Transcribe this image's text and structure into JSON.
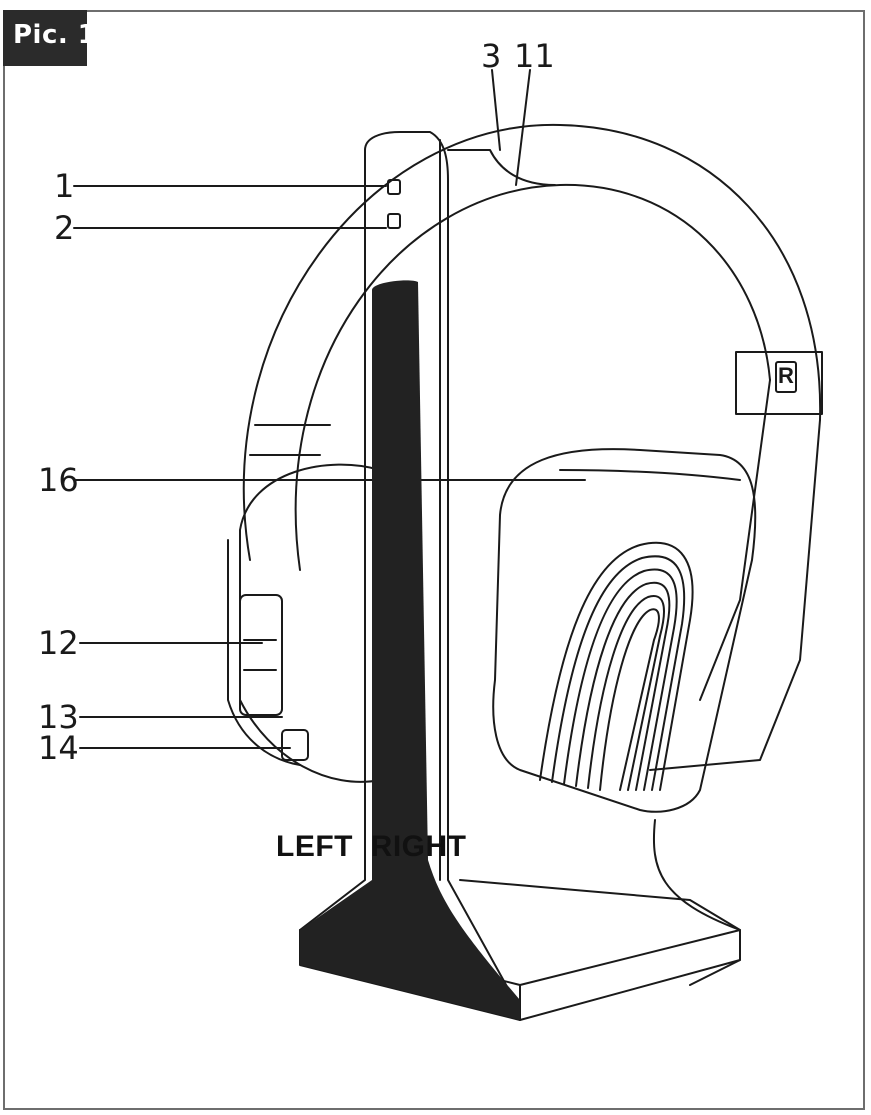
{
  "figure": {
    "tab_label": "Pic. 1",
    "stand_label": "LEFT  RIGHT",
    "headband_mark": "R"
  },
  "callouts": [
    {
      "id": "callout-1",
      "label": "1"
    },
    {
      "id": "callout-2",
      "label": "2"
    },
    {
      "id": "callout-3",
      "label": "3"
    },
    {
      "id": "callout-11",
      "label": "11"
    },
    {
      "id": "callout-12",
      "label": "12"
    },
    {
      "id": "callout-13",
      "label": "13"
    },
    {
      "id": "callout-14",
      "label": "14"
    },
    {
      "id": "callout-16",
      "label": "16"
    }
  ],
  "colors": {
    "line": "#1a1a1a",
    "dark_fill": "#222222",
    "frame": "#6e6e6e"
  }
}
